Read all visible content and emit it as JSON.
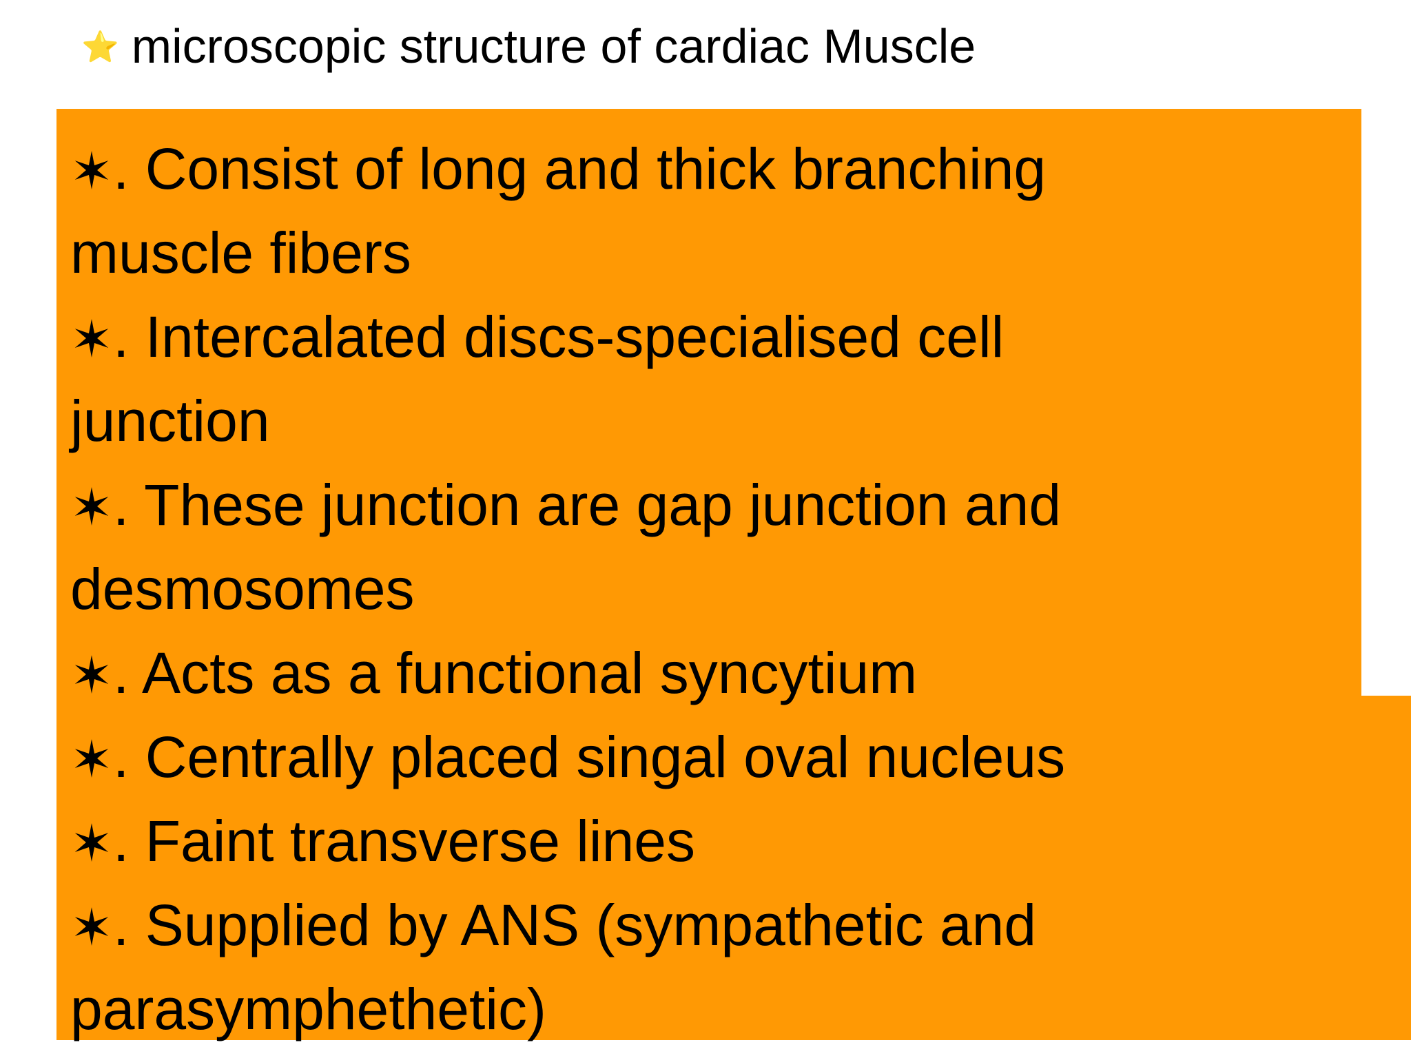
{
  "title": {
    "symbol": "⭐",
    "text": "microscopic structure of cardiac Muscle"
  },
  "bullet_symbol": "✶",
  "colors": {
    "box_background": "#ff9904",
    "page_background": "#ffffff",
    "text": "#000000"
  },
  "lines": [
    {
      "text": ". Consist of long and thick branching"
    },
    {
      "text": "muscle fibers"
    },
    {
      "text": ". Intercalated discs-specialised cell"
    },
    {
      "text": "junction"
    },
    {
      "text": ". These junction are gap junction and"
    },
    {
      "text": "desmosomes"
    },
    {
      "text": ". Acts as a functional syncytium"
    },
    {
      "text": ". Centrally placed singal oval nucleus"
    },
    {
      "text": ". Faint transverse lines"
    },
    {
      "text": ". Supplied by ANS (sympathetic and"
    },
    {
      "text": "parasymphethetic)"
    }
  ]
}
